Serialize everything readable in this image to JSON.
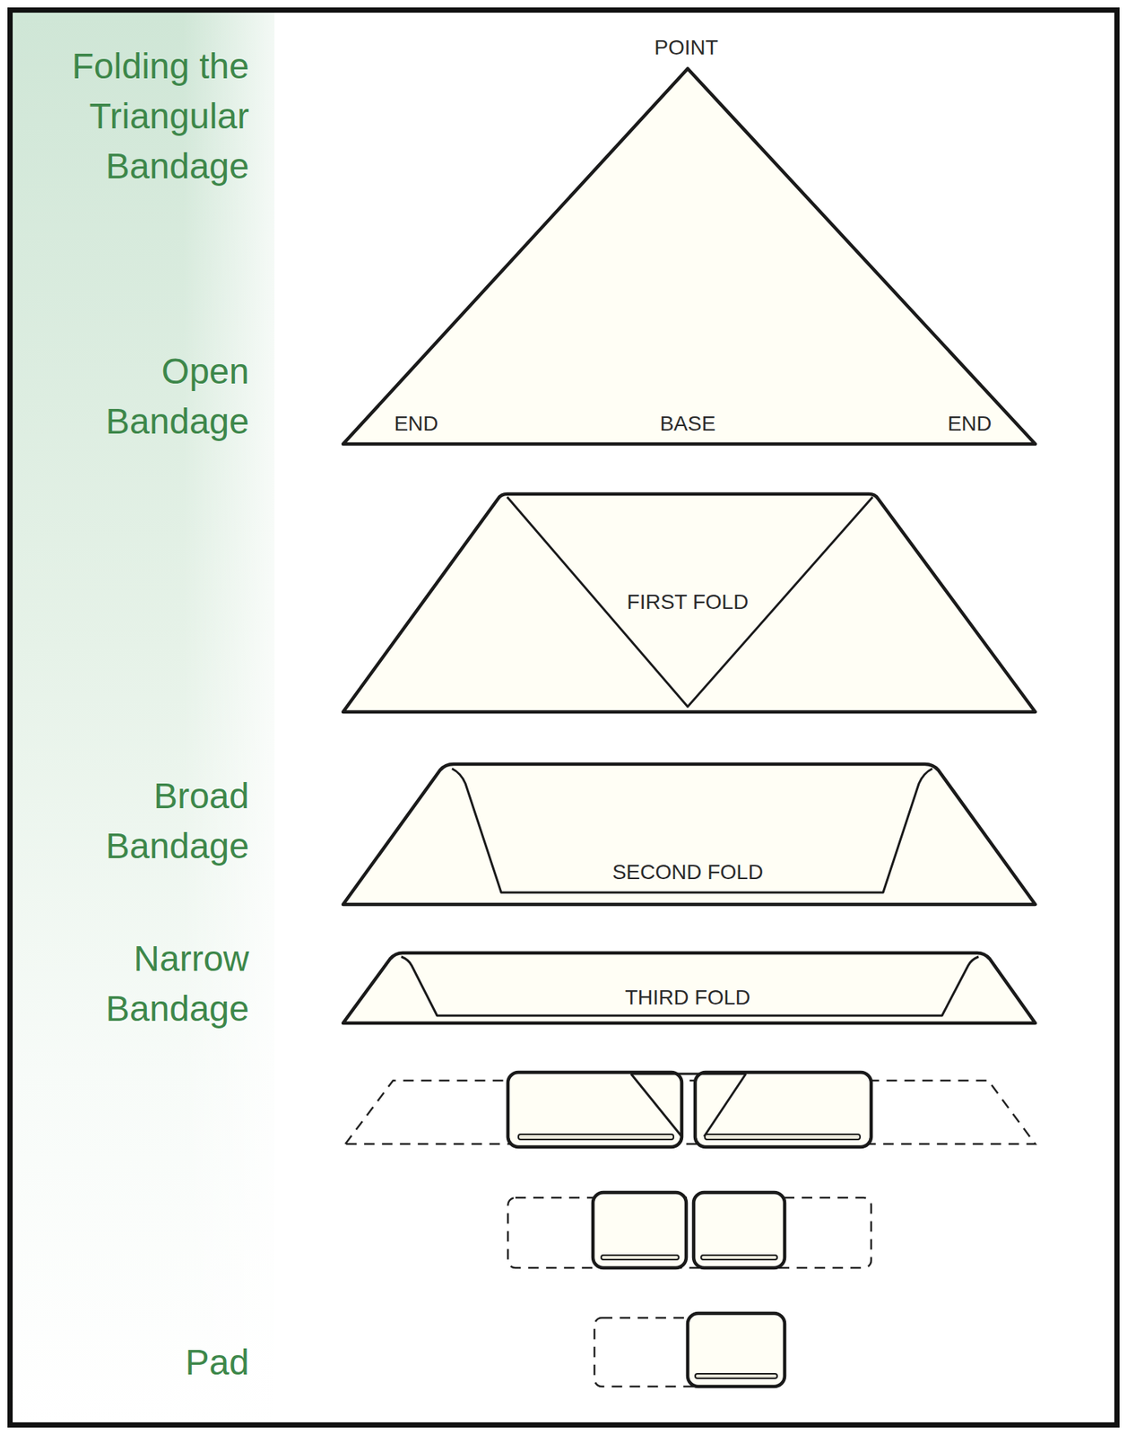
{
  "diagram": {
    "title": "Folding the Triangular Bandage",
    "nodes": [
      {
        "text": [
          "POINT",
          "END",
          "BASE",
          "END"
        ]
      },
      {
        "text": [
          "FIRST FOLD"
        ]
      },
      {
        "text": [
          "SECOND FOLD"
        ]
      },
      {
        "text": [
          "THIRD FOLD"
        ]
      }
    ],
    "labels": [
      "Open Bandage",
      "Broad Bandage",
      "Narrow Bandage",
      "Pad"
    ]
  }
}
